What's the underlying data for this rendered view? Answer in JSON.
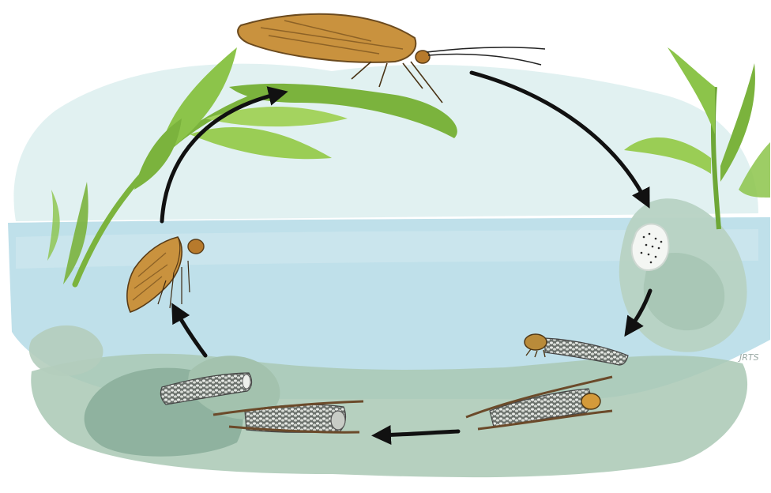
{
  "diagram": {
    "type": "life-cycle",
    "stages": [
      {
        "id": "adult",
        "icon": "adult-caddisfly-icon"
      },
      {
        "id": "eggs",
        "icon": "egg-mass-icon"
      },
      {
        "id": "young-larva",
        "icon": "larva-in-case-icon"
      },
      {
        "id": "larva",
        "icon": "larva-in-stick-case-icon"
      },
      {
        "id": "pupa",
        "icon": "pupal-case-icon"
      },
      {
        "id": "emerging-adult",
        "icon": "emerging-pharate-adult-icon"
      }
    ],
    "cycle_direction": "clockwise",
    "signature": "JRTS"
  },
  "colors": {
    "water": "#bfe0ea",
    "water_deep": "#a9d3df",
    "sky_wash": "#d9edf0",
    "plant": "#8cc44a",
    "plant_dark": "#5d9a2c",
    "rock": "#9dbca6",
    "wing": "#c9923e",
    "case": "#d9dcd6",
    "arrow": "#111111"
  }
}
